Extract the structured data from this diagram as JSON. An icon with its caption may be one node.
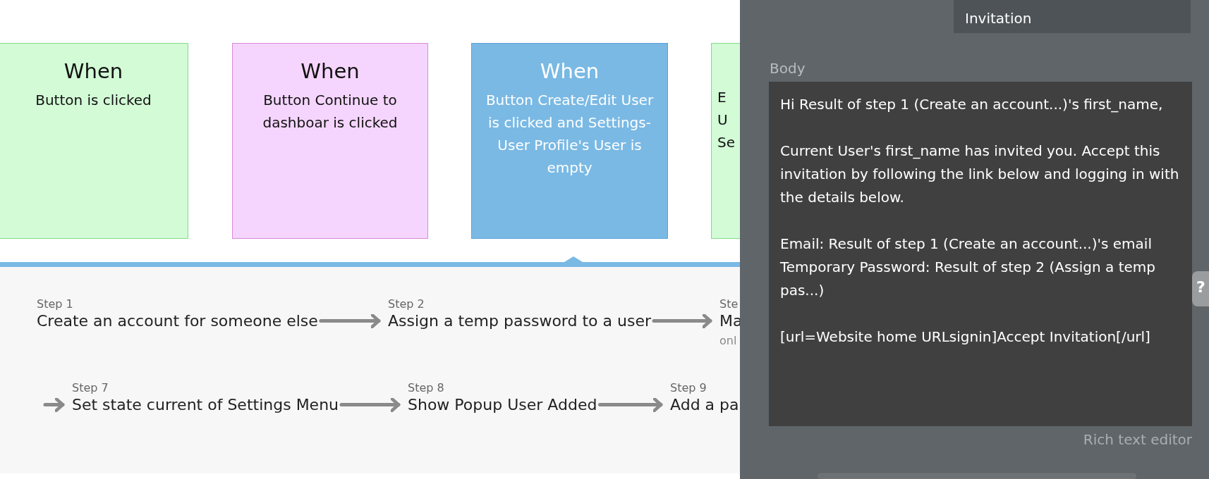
{
  "diagram": {
    "nodes": [
      {
        "text": [
          "When",
          "Button is clicked"
        ]
      },
      {
        "text": [
          "When",
          "Button Continue to dashboar is clicked"
        ]
      },
      {
        "text": [
          "When",
          "Button Create/Edit User is clicked and Settings-User Profile's User is empty"
        ]
      },
      {
        "text": [
          "E",
          "U",
          "Se"
        ]
      },
      {
        "text": [
          "Step 1",
          "Create an account for someone else"
        ]
      },
      {
        "text": [
          "Step 2",
          "Assign a temp password to a user"
        ]
      },
      {
        "text": [
          "Ste",
          "Ma",
          "onl"
        ]
      },
      {
        "text": [
          "Step 7",
          "Set state current of Settings Menu"
        ]
      },
      {
        "text": [
          "Step 8",
          "Show Popup User Added"
        ]
      },
      {
        "text": [
          "Step 9",
          "Add a pa"
        ]
      },
      {
        "text": [
          "Invitation"
        ]
      },
      {
        "text": [
          "Body",
          "Hi Result of step 1 (Create an account...)'s first_name,",
          "Current User's first_name has invited you. Accept this invitation by following the link below and logging in with the details below.",
          "Email: Result of step 1 (Create an account...)'s email",
          "Temporary Password: Result of step 2 (Assign a temp pas...)",
          "[url=Website home URLsignin]Accept Invitation[/url]"
        ],
        "beside": [
          "Rich text editor"
        ]
      },
      {
        "text": [],
        "shape": "bar"
      }
    ],
    "edges": [
      {
        "from": 4,
        "to": 5,
        "arrow": "to"
      },
      {
        "from": 5,
        "to": 6,
        "arrow": "to"
      },
      {
        "from": null,
        "to": 7,
        "arrow": "to"
      },
      {
        "from": 7,
        "to": 8,
        "arrow": "to"
      },
      {
        "from": 8,
        "to": 9,
        "arrow": "to"
      }
    ],
    "labels": [
      "?"
    ]
  }
}
